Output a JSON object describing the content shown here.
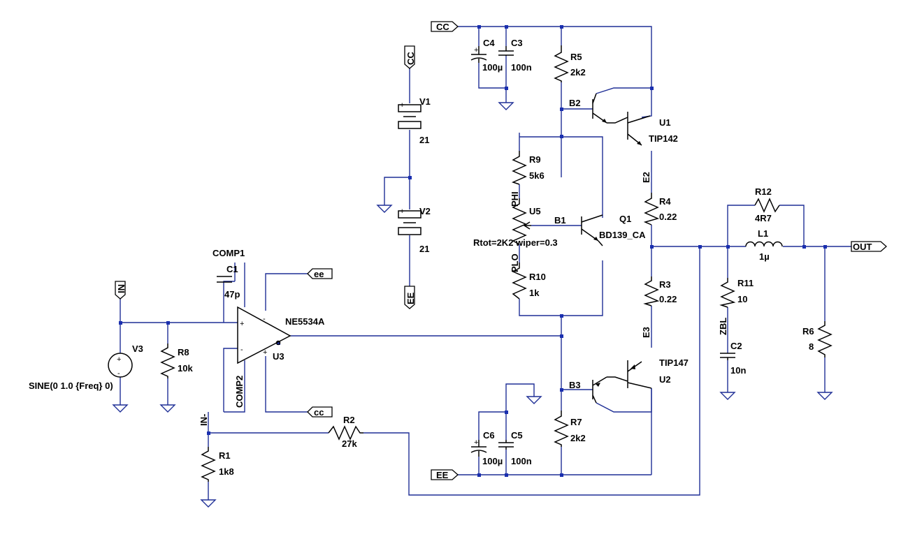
{
  "labels": {
    "cc_top": "CC",
    "cc_v1": "CC",
    "ee_v2": "EE",
    "ee_bottom": "EE",
    "ee_small": "ee",
    "cc_small": "cc",
    "in": "IN",
    "out": "OUT",
    "C4": "C4",
    "C4v": "100µ",
    "C3": "C3",
    "C3v": "100n",
    "R5": "R5",
    "R5v": "2k2",
    "B2": "B2",
    "U1": "U1",
    "U1v": "TIP142",
    "V1": "V1",
    "V1v": "21",
    "V2": "V2",
    "V2v": "21",
    "R9": "R9",
    "R9v": "5k6",
    "PHI": "PHI",
    "U5": "U5",
    "B1": "B1",
    "Q1": "Q1",
    "Q1v": "BD139_CA",
    "rtot": "Rtot=2K2 wiper=0.3",
    "PLO": "PLO",
    "R10": "R10",
    "R10v": "1k",
    "E2": "E2",
    "R4": "R4",
    "R4v": "0.22",
    "R12": "R12",
    "R12v": "4R7",
    "L1": "L1",
    "L1v": "1µ",
    "R3": "R3",
    "R3v": "0.22",
    "R11": "R11",
    "R11v": "10",
    "ZBL": "ZBL",
    "C2": "C2",
    "C2v": "10n",
    "R6": "R6",
    "R6v": "8",
    "E3": "E3",
    "U2v": "TIP147",
    "U2": "U2",
    "B3": "B3",
    "C6": "C6",
    "C6v": "100µ",
    "C5": "C5",
    "C5v": "100n",
    "R7": "R7",
    "R7v": "2k2",
    "COMP1": "COMP1",
    "C1": "C1",
    "C1v": "47p",
    "NE": "NE5534A",
    "U3": "U3",
    "COMP2": "COMP2",
    "V3": "V3",
    "V3v": "SINE(0 1.0 {Freq} 0)",
    "R8": "R8",
    "R8v": "10k",
    "INm": "IN-",
    "R1": "R1",
    "R1v": "1k8",
    "R2": "R2",
    "R2v": "27k",
    "plus": "+",
    "minus": "-"
  },
  "colors": {
    "wire": "#1f2f96",
    "junction": "#1a2faf",
    "component": "#000000"
  }
}
